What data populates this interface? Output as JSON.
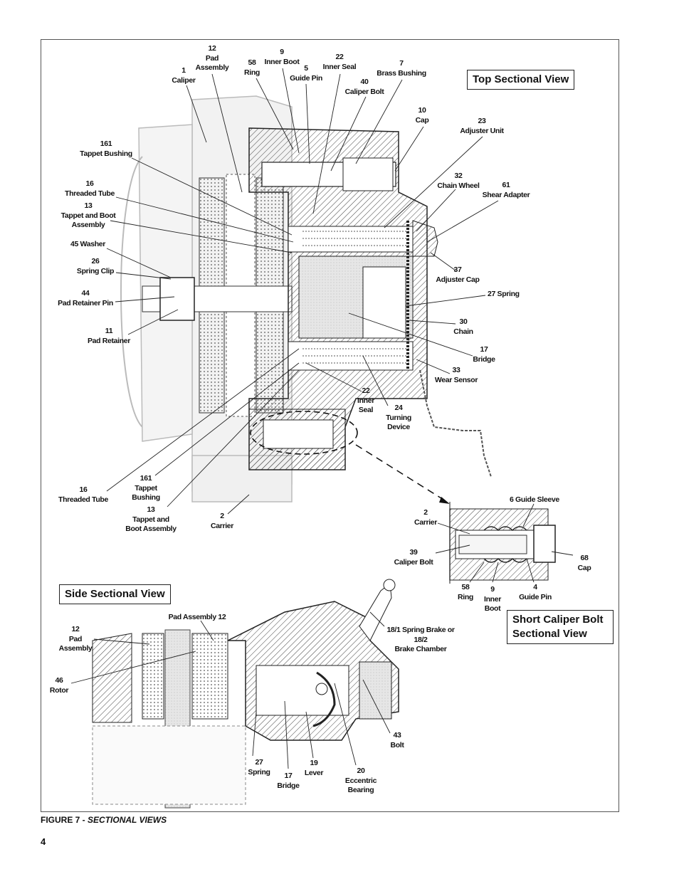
{
  "figure": {
    "caption_prefix": "FIGURE 7 - ",
    "caption_title": "SECTIONAL VIEWS",
    "page_number": "4"
  },
  "views": {
    "top": "Top Sectional View",
    "side": "Side Sectional View",
    "short_bolt": "Short Caliper Bolt\nSectional View"
  },
  "labels": {
    "caliper": "1\nCaliper",
    "pad_assembly_top": "12\nPad\nAssembly",
    "ring_top": "58\nRing",
    "inner_boot_top": "9\nInner Boot",
    "guide_pin_top": "5\nGuide Pin",
    "inner_seal_top": "22\nInner Seal",
    "caliper_bolt_top": "40\nCaliper Bolt",
    "brass_bushing": "7\nBrass Bushing",
    "cap_top": "10\nCap",
    "adjuster_unit": "23\nAdjuster Unit",
    "tappet_bushing_1": "161\nTappet Bushing",
    "threaded_tube_1": "16\nThreaded Tube",
    "tappet_boot_1": "13\nTappet and Boot\nAssembly",
    "chain_wheel": "32\nChain Wheel",
    "shear_adapter": "61\nShear Adapter",
    "washer": "45 Washer",
    "spring_clip": "26\nSpring Clip",
    "adjuster_cap": "37\nAdjuster Cap",
    "pad_retainer_pin": "44\nPad Retainer Pin",
    "spring_top": "27 Spring",
    "pad_retainer": "11\nPad Retainer",
    "chain": "30\nChain",
    "bridge_top": "17\nBridge",
    "wear_sensor": "33\nWear Sensor",
    "inner_seal_lower": "22\nInner\nSeal",
    "turning_device": "24\nTurning\nDevice",
    "tappet_bushing_2": "161\nTappet\nBushing",
    "threaded_tube_2": "16\nThreaded Tube",
    "tappet_boot_2": "13\nTappet and\nBoot Assembly",
    "carrier_top": "2\nCarrier",
    "guide_sleeve": "6 Guide Sleeve",
    "carrier_short": "2\nCarrier",
    "caliper_bolt_short": "39\nCaliper Bolt",
    "cap_short": "68\nCap",
    "ring_short": "58\nRing",
    "inner_boot_short": "9\nInner\nBoot",
    "guide_pin_short": "4\nGuide Pin",
    "pad_assembly_side_top": "Pad Assembly 12",
    "pad_assembly_side": "12\nPad\nAssembly",
    "spring_brake": "18/1 Spring Brake or\n18/2\nBrake Chamber",
    "rotor": "46\nRotor",
    "bolt": "43\nBolt",
    "spring_side": "27\nSpring",
    "bridge_side": "17\nBridge",
    "lever": "19\nLever",
    "eccentric_bearing": "20\nEccentric\nBearing"
  }
}
